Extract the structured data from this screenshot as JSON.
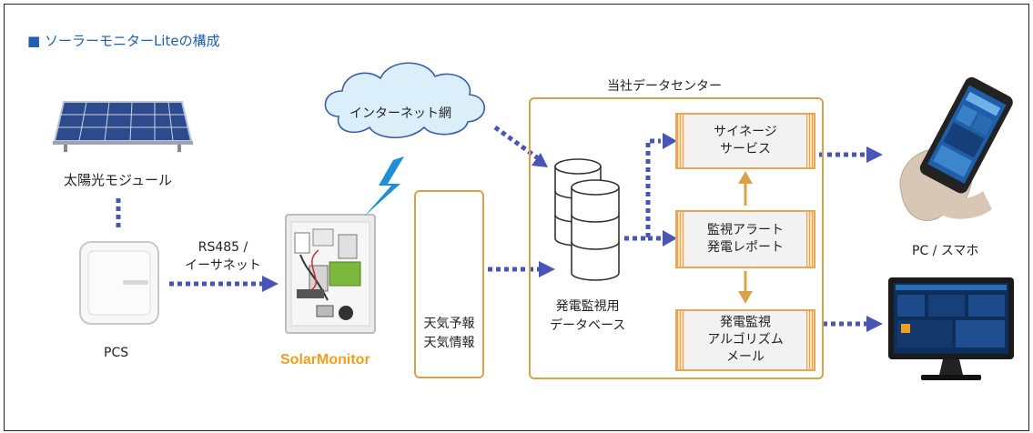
{
  "title": "■ ソーラーモニターLiteの構成",
  "nodes": {
    "solar_panel": "太陽光モジュール",
    "pcs": "PCS",
    "connection": [
      "RS485 /",
      "イーサネット"
    ],
    "solar_monitor": "SolarMonitor",
    "internet": "インターネット網",
    "weather": [
      "天気予報",
      "天気情報"
    ],
    "datacenter": "当社データセンター",
    "database": [
      "発電監視用",
      "データベース"
    ],
    "signage": [
      "サイネージ",
      "サービス"
    ],
    "alert": [
      "監視アラート",
      "発電レポート"
    ],
    "algorithm": [
      "発電監視",
      "アルゴリズム",
      "メール"
    ],
    "device": "PC / スマホ"
  },
  "colors": {
    "title_square": "#2060b0",
    "arrow_blue": "#4a55b8",
    "arrow_gold": "#d9a24a",
    "brand_orange": "#f0a020",
    "cloud": "#dbeffb",
    "bolt": "#1e8fd6"
  }
}
